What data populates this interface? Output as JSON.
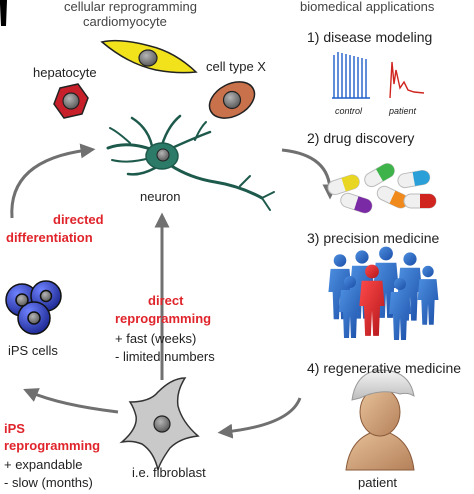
{
  "top": {
    "title": "cellular reprogramming",
    "cardiomyocyte": "cardiomyocyte",
    "hepatocyte": "hepatocyte",
    "cell_type_x": "cell type X",
    "neuron": "neuron"
  },
  "left": {
    "directed": "directed",
    "differentiation": "differentiation",
    "ips_cells": "iPS  cells"
  },
  "center": {
    "direct": "direct",
    "reprogramming": "reprogramming",
    "fast": "+ fast (weeks)",
    "limited": "- limited numbers"
  },
  "bottom": {
    "ips": "iPS",
    "ips_reprogramming": "reprogramming",
    "expandable": "+ expandable",
    "slow": "- slow (months)",
    "fibroblast": "i.e. fibroblast"
  },
  "right": {
    "title": "biomedical applications",
    "app1": "1) disease modeling",
    "control": "control",
    "patient_trace": "patient",
    "app2": "2) drug discovery",
    "app3": "3) precision medicine",
    "app4": "4) regenerative medicine",
    "patient": "patient"
  },
  "colors": {
    "accent_red": "#e0242b",
    "cardiomyocyte": "#f2e21c",
    "hepatocyte": "#c8202a",
    "cell_type_x": "#c8714a",
    "neuron": "#2c7a68",
    "ips": "#2a3fb5",
    "arrow": "#707070"
  }
}
